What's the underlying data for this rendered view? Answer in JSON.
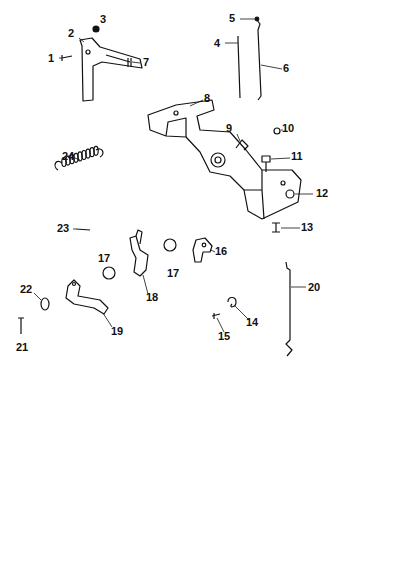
{
  "diagram": {
    "labels": [
      "1",
      "2",
      "3",
      "4",
      "5",
      "6",
      "7",
      "8",
      "9",
      "10",
      "11",
      "12",
      "13",
      "14",
      "15",
      "16",
      "17",
      "17",
      "18",
      "19",
      "20",
      "21",
      "22",
      "23",
      "24"
    ]
  }
}
